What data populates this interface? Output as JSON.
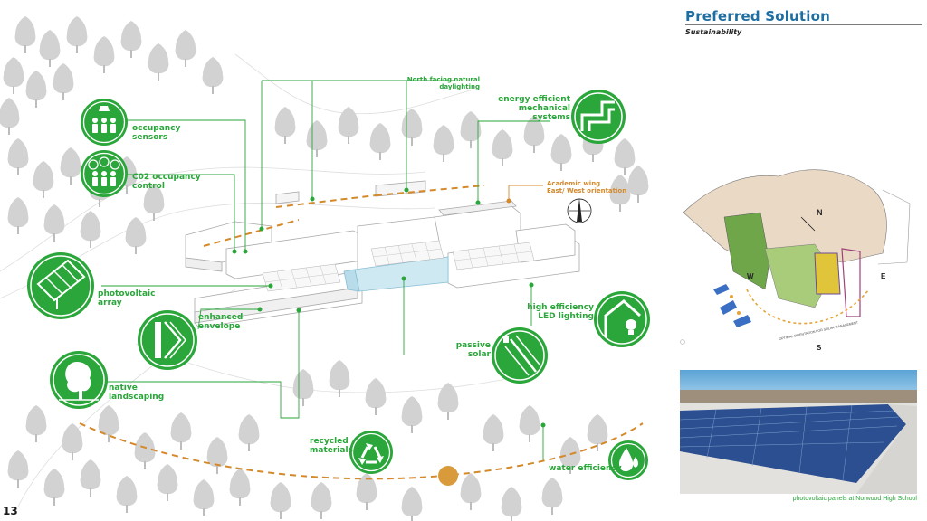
{
  "header": {
    "title": "Preferred Solution",
    "subtitle": "Sustainability"
  },
  "page_number": "13",
  "colors": {
    "accent_green": "#2aa63a",
    "accent_orange": "#d4892b",
    "title_blue": "#1e6ea1"
  },
  "features": [
    {
      "id": "occupancy",
      "label": "occupancy\nsensors",
      "icon": "occupancy-sensor-icon"
    },
    {
      "id": "co2",
      "label": "C02 occupancy\ncontrol",
      "icon": "co2-sensor-icon"
    },
    {
      "id": "pv",
      "label": "photovoltaic\narray",
      "icon": "solar-panel-icon"
    },
    {
      "id": "envelope",
      "label": "enhanced\nenvelope",
      "icon": "wall-section-icon"
    },
    {
      "id": "native",
      "label": "native\nlandscaping",
      "icon": "tree-icon"
    },
    {
      "id": "recycled",
      "label": "recycled\nmaterials",
      "icon": "recycle-icon"
    },
    {
      "id": "water",
      "label": "water efficiency",
      "icon": "water-drop-icon"
    },
    {
      "id": "passive",
      "label": "passive\nsolar",
      "icon": "sun-angle-icon"
    },
    {
      "id": "led",
      "label": "high efficiency\nLED lighting",
      "icon": "lightbulb-house-icon"
    },
    {
      "id": "mech",
      "label": "energy efficient\nmechanical\nsystems",
      "icon": "duct-icon"
    },
    {
      "id": "daylight",
      "label": "North facing natural\ndaylighting",
      "icon": ""
    },
    {
      "id": "wing",
      "label": "Academic wing\nEast/ West orientation",
      "icon": ""
    }
  ],
  "site_map": {
    "compass": {
      "n": "N",
      "e": "E",
      "s": "S",
      "w": "W"
    },
    "arc_label": "OPTIMAL ORIENTATION FOR SOLAR MANAGEMENT"
  },
  "photo_caption": "photovoltaic panels at Norwood High School"
}
